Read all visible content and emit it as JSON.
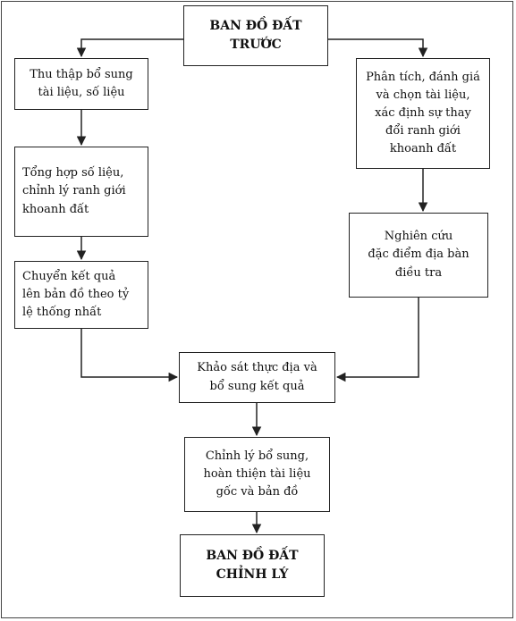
{
  "nodes": {
    "start": "BAN ĐỒ ĐẤT\nTRƯỚC",
    "collect": "Thu thập bổ sung\ntài liệu, số liệu",
    "analyze": "Phân tích, đánh giá\nvà chọn tài liệu,\nxác định sự thay\nđổi ranh giới\nkhoanh đất",
    "synthesize": "Tổng hợp số liệu,\nchỉnh lý ranh giới\nkhoanh đất",
    "study": "Nghiên cứu\nđặc điểm địa bàn\nđiều tra",
    "transfer": "Chuyển kết quả\nlên bản đồ theo tỷ\nlệ thống nhất",
    "survey": "Khảo sát thực địa và\nbổ sung kết quả",
    "revise": "Chỉnh lý bổ sung,\nhoàn thiện tài liệu\ngốc và bản đồ",
    "end": "BAN ĐỒ ĐẤT\nCHỈNH LÝ"
  }
}
